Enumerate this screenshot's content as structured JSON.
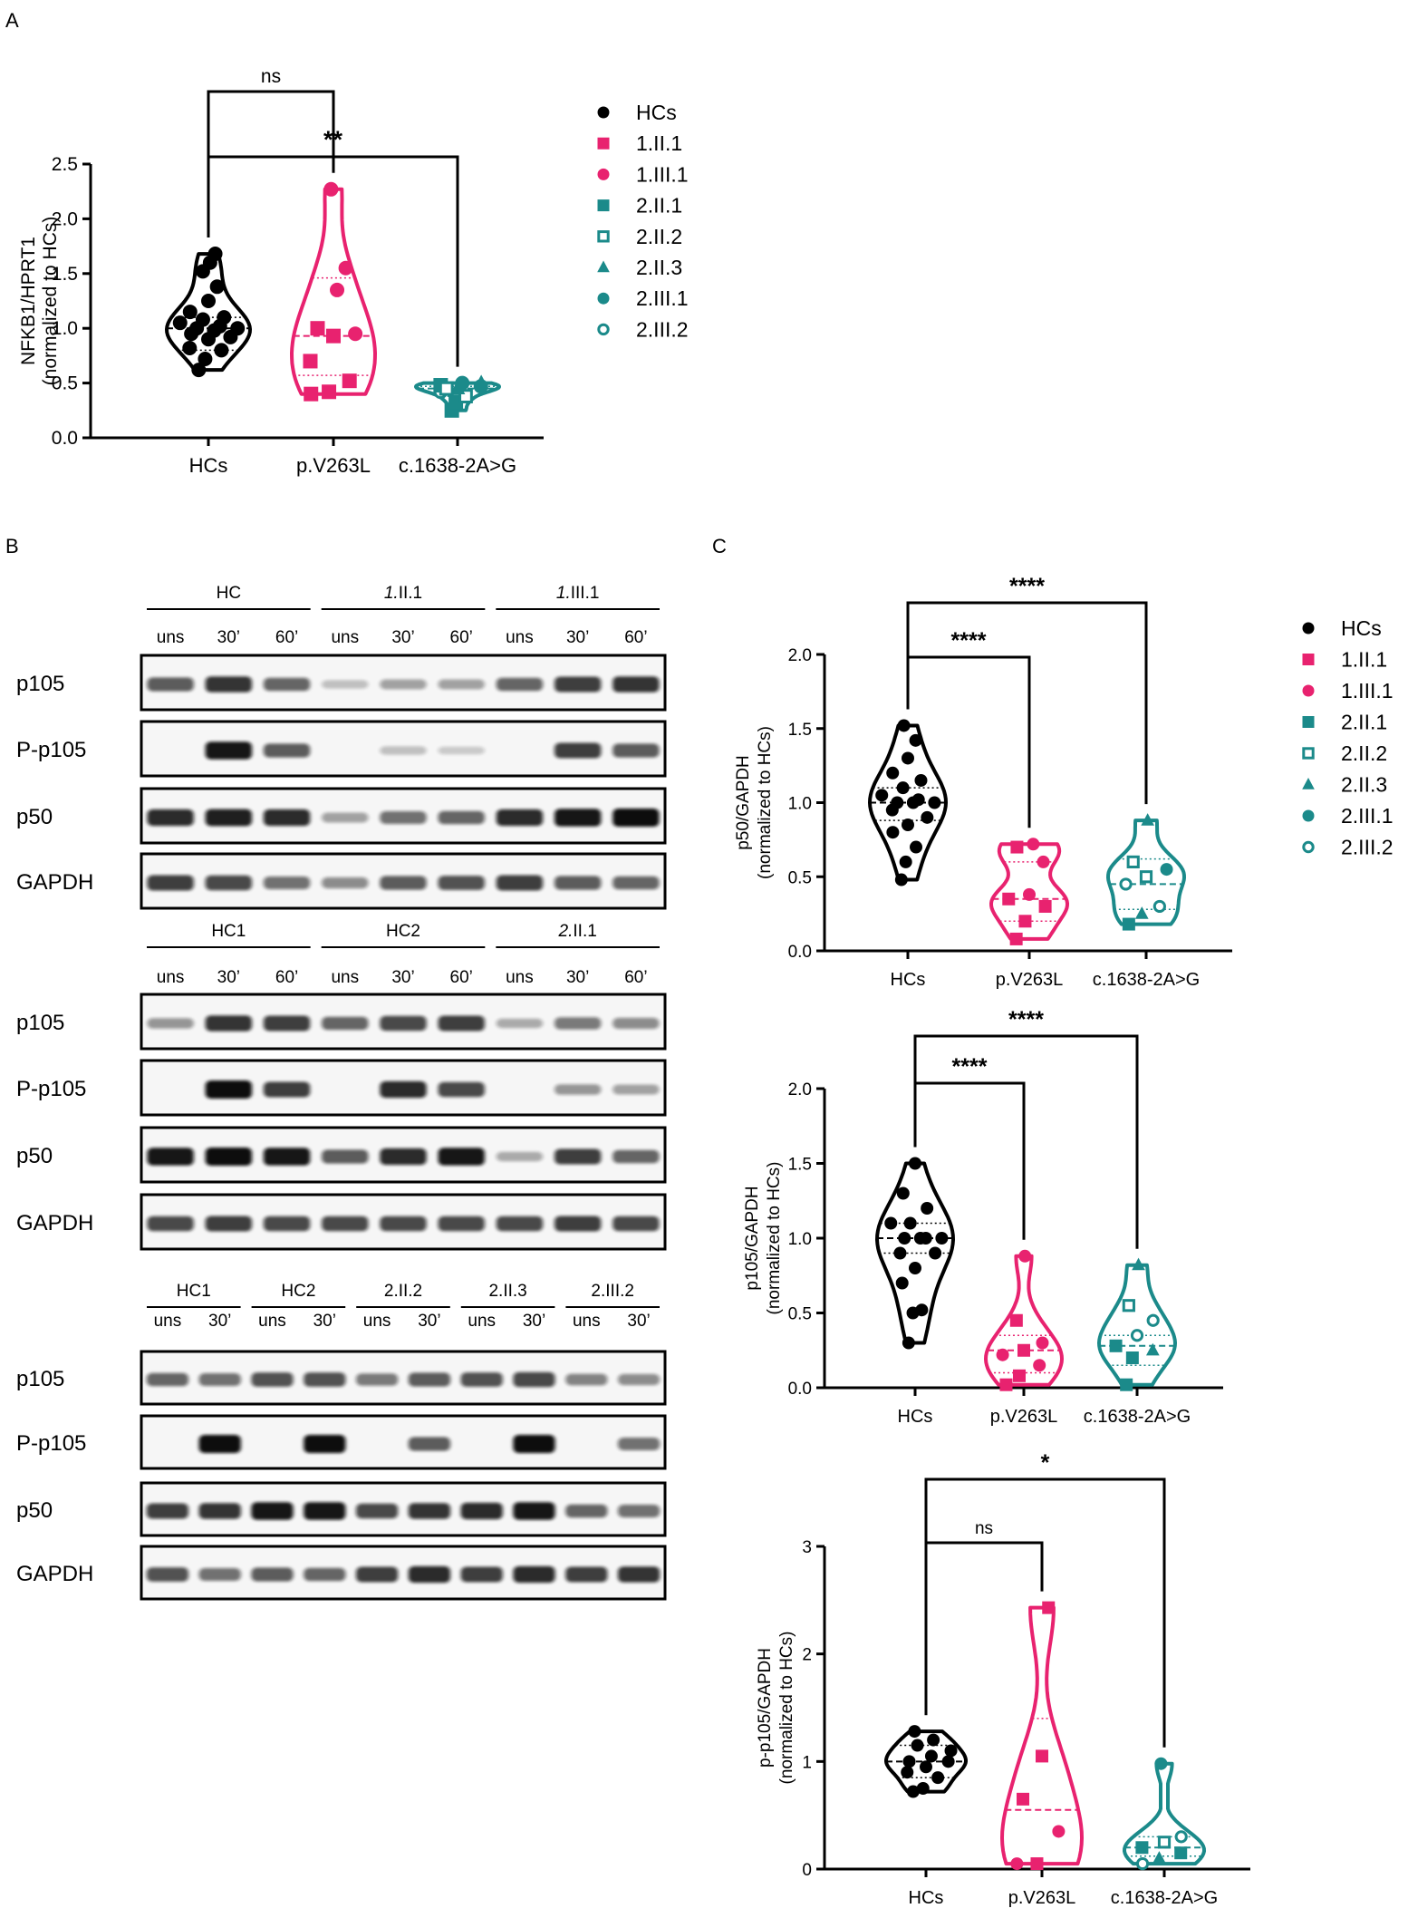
{
  "panels": {
    "a": "A",
    "b": "B",
    "c": "C"
  },
  "colors": {
    "hc": "#000000",
    "v263l": "#e8226f",
    "splice": "#1b8a8a"
  },
  "legend": [
    {
      "label": "HCs",
      "shape": "circle",
      "group": "hc"
    },
    {
      "label": "1.II.1",
      "shape": "square",
      "group": "v263l"
    },
    {
      "label": "1.III.1",
      "shape": "circle",
      "group": "v263l"
    },
    {
      "label": "2.II.1",
      "shape": "square",
      "group": "splice"
    },
    {
      "label": "2.II.2",
      "shape": "square-open",
      "group": "splice"
    },
    {
      "label": "2.II.3",
      "shape": "triangle",
      "group": "splice"
    },
    {
      "label": "2.III.1",
      "shape": "circle",
      "group": "splice"
    },
    {
      "label": "2.III.2",
      "shape": "circle-open",
      "group": "splice"
    }
  ],
  "chart_data": [
    {
      "id": "A",
      "type": "scatter",
      "subtype": "violin",
      "ylabel": "NFKB1/HPRT1",
      "ylabel2": "(normalized to HCs)",
      "categories": [
        "HCs",
        "p.V263L",
        "c.1638-2A>G"
      ],
      "ylim": [
        0,
        2.5
      ],
      "yticks": [
        0.0,
        0.5,
        1.0,
        1.5,
        2.0,
        2.5
      ],
      "tick_decimals": 1,
      "series": [
        {
          "group": "hc",
          "median": 1.0,
          "q1": 0.8,
          "q3": 1.1,
          "points": [
            [
              0.62,
              "circle"
            ],
            [
              0.72,
              "circle"
            ],
            [
              0.8,
              "circle"
            ],
            [
              0.82,
              "circle"
            ],
            [
              0.9,
              "circle"
            ],
            [
              0.92,
              "circle"
            ],
            [
              0.95,
              "circle"
            ],
            [
              0.98,
              "circle"
            ],
            [
              1.0,
              "circle"
            ],
            [
              1.0,
              "circle"
            ],
            [
              1.02,
              "circle"
            ],
            [
              1.05,
              "circle"
            ],
            [
              1.08,
              "circle"
            ],
            [
              1.1,
              "circle"
            ],
            [
              1.15,
              "circle"
            ],
            [
              1.25,
              "circle"
            ],
            [
              1.38,
              "circle"
            ],
            [
              1.52,
              "circle"
            ],
            [
              1.6,
              "circle"
            ],
            [
              1.68,
              "circle"
            ]
          ]
        },
        {
          "group": "v263l",
          "median": 0.93,
          "q1": 0.57,
          "q3": 1.46,
          "points": [
            [
              0.4,
              "square"
            ],
            [
              0.42,
              "square"
            ],
            [
              0.52,
              "square"
            ],
            [
              0.7,
              "square"
            ],
            [
              0.93,
              "square"
            ],
            [
              0.95,
              "circle"
            ],
            [
              1.0,
              "square"
            ],
            [
              1.35,
              "circle"
            ],
            [
              1.55,
              "circle"
            ],
            [
              2.27,
              "circle"
            ]
          ]
        },
        {
          "group": "splice",
          "median": 0.45,
          "q1": 0.38,
          "q3": 0.47,
          "points": [
            [
              0.25,
              "square"
            ],
            [
              0.33,
              "square"
            ],
            [
              0.38,
              "square-open"
            ],
            [
              0.42,
              "circle-open"
            ],
            [
              0.45,
              "triangle"
            ],
            [
              0.47,
              "circle"
            ],
            [
              0.48,
              "square"
            ],
            [
              0.5,
              "circle"
            ],
            [
              0.5,
              "triangle"
            ],
            [
              0.45,
              "square-open"
            ]
          ]
        }
      ],
      "comparisons": [
        {
          "from": 0,
          "to": 1,
          "label": "ns"
        },
        {
          "from": 0,
          "to": 2,
          "label": "**"
        }
      ]
    },
    {
      "id": "C1",
      "type": "scatter",
      "subtype": "violin",
      "ylabel": "p50/GAPDH",
      "ylabel2": "(normalized to HCs)",
      "categories": [
        "HCs",
        "p.V263L",
        "c.1638-2A>G"
      ],
      "ylim": [
        0,
        2.0
      ],
      "yticks": [
        0.0,
        0.5,
        1.0,
        1.5,
        2.0
      ],
      "tick_decimals": 1,
      "series": [
        {
          "group": "hc",
          "median": 1.0,
          "q1": 0.88,
          "q3": 1.1,
          "points": [
            [
              0.48,
              "circle"
            ],
            [
              0.6,
              "circle"
            ],
            [
              0.7,
              "circle"
            ],
            [
              0.8,
              "circle"
            ],
            [
              0.85,
              "circle"
            ],
            [
              0.9,
              "circle"
            ],
            [
              0.95,
              "circle"
            ],
            [
              1.0,
              "circle"
            ],
            [
              1.0,
              "circle"
            ],
            [
              1.0,
              "circle"
            ],
            [
              1.02,
              "circle"
            ],
            [
              1.05,
              "circle"
            ],
            [
              1.1,
              "circle"
            ],
            [
              1.15,
              "circle"
            ],
            [
              1.2,
              "circle"
            ],
            [
              1.3,
              "circle"
            ],
            [
              1.42,
              "circle"
            ],
            [
              1.52,
              "circle"
            ]
          ]
        },
        {
          "group": "v263l",
          "median": 0.35,
          "q1": 0.2,
          "q3": 0.6,
          "points": [
            [
              0.08,
              "square"
            ],
            [
              0.2,
              "square"
            ],
            [
              0.3,
              "square"
            ],
            [
              0.35,
              "square"
            ],
            [
              0.38,
              "circle"
            ],
            [
              0.6,
              "circle"
            ],
            [
              0.7,
              "square"
            ],
            [
              0.72,
              "circle"
            ]
          ]
        },
        {
          "group": "splice",
          "median": 0.45,
          "q1": 0.28,
          "q3": 0.62,
          "points": [
            [
              0.18,
              "square"
            ],
            [
              0.25,
              "triangle"
            ],
            [
              0.3,
              "circle-open"
            ],
            [
              0.45,
              "circle-open"
            ],
            [
              0.5,
              "square-open"
            ],
            [
              0.55,
              "circle"
            ],
            [
              0.6,
              "square-open"
            ],
            [
              0.88,
              "triangle"
            ]
          ]
        }
      ],
      "comparisons": [
        {
          "from": 0,
          "to": 1,
          "label": "****"
        },
        {
          "from": 0,
          "to": 2,
          "label": "****"
        }
      ]
    },
    {
      "id": "C2",
      "type": "scatter",
      "subtype": "violin",
      "ylabel": "p105/GAPDH",
      "ylabel2": "(normalized to HCs)",
      "categories": [
        "HCs",
        "p.V263L",
        "c.1638-2A>G"
      ],
      "ylim": [
        0,
        2.0
      ],
      "yticks": [
        0.0,
        0.5,
        1.0,
        1.5,
        2.0
      ],
      "tick_decimals": 1,
      "series": [
        {
          "group": "hc",
          "median": 1.0,
          "q1": 0.9,
          "q3": 1.1,
          "points": [
            [
              0.3,
              "circle"
            ],
            [
              0.5,
              "circle"
            ],
            [
              0.52,
              "circle"
            ],
            [
              0.7,
              "circle"
            ],
            [
              0.8,
              "circle"
            ],
            [
              0.9,
              "circle"
            ],
            [
              0.9,
              "circle"
            ],
            [
              1.0,
              "circle"
            ],
            [
              1.0,
              "circle"
            ],
            [
              1.0,
              "circle"
            ],
            [
              1.0,
              "circle"
            ],
            [
              1.1,
              "circle"
            ],
            [
              1.1,
              "circle"
            ],
            [
              1.2,
              "circle"
            ],
            [
              1.3,
              "circle"
            ],
            [
              1.5,
              "circle"
            ]
          ]
        },
        {
          "group": "v263l",
          "median": 0.25,
          "q1": 0.1,
          "q3": 0.35,
          "points": [
            [
              0.02,
              "square"
            ],
            [
              0.08,
              "square"
            ],
            [
              0.15,
              "circle"
            ],
            [
              0.22,
              "circle"
            ],
            [
              0.25,
              "square"
            ],
            [
              0.3,
              "circle"
            ],
            [
              0.45,
              "square"
            ],
            [
              0.88,
              "circle"
            ]
          ]
        },
        {
          "group": "splice",
          "median": 0.28,
          "q1": 0.15,
          "q3": 0.35,
          "points": [
            [
              0.02,
              "square"
            ],
            [
              0.2,
              "square"
            ],
            [
              0.25,
              "triangle"
            ],
            [
              0.28,
              "square"
            ],
            [
              0.35,
              "circle-open"
            ],
            [
              0.45,
              "circle-open"
            ],
            [
              0.55,
              "square-open"
            ],
            [
              0.82,
              "triangle"
            ]
          ]
        }
      ],
      "comparisons": [
        {
          "from": 0,
          "to": 1,
          "label": "****"
        },
        {
          "from": 0,
          "to": 2,
          "label": "****"
        }
      ]
    },
    {
      "id": "C3",
      "type": "scatter",
      "subtype": "violin",
      "ylabel": "p-p105/GAPDH",
      "ylabel2": "(normalized to HCs)",
      "categories": [
        "HCs",
        "p.V263L",
        "c.1638-2A>G"
      ],
      "ylim": [
        0,
        3
      ],
      "yticks": [
        0,
        1,
        2,
        3
      ],
      "tick_decimals": 0,
      "series": [
        {
          "group": "hc",
          "median": 1.0,
          "q1": 0.85,
          "q3": 1.15,
          "points": [
            [
              0.72,
              "circle"
            ],
            [
              0.75,
              "circle"
            ],
            [
              0.85,
              "circle"
            ],
            [
              0.9,
              "circle"
            ],
            [
              0.95,
              "circle"
            ],
            [
              1.0,
              "circle"
            ],
            [
              1.0,
              "circle"
            ],
            [
              1.05,
              "circle"
            ],
            [
              1.1,
              "circle"
            ],
            [
              1.15,
              "circle"
            ],
            [
              1.2,
              "circle"
            ],
            [
              1.28,
              "circle"
            ]
          ]
        },
        {
          "group": "v263l",
          "median": 0.55,
          "q1": 0.05,
          "q3": 1.4,
          "points": [
            [
              0.05,
              "circle"
            ],
            [
              0.05,
              "square"
            ],
            [
              0.35,
              "circle"
            ],
            [
              0.65,
              "square"
            ],
            [
              1.05,
              "square"
            ],
            [
              2.43,
              "square"
            ]
          ]
        },
        {
          "group": "splice",
          "median": 0.2,
          "q1": 0.12,
          "q3": 0.3,
          "points": [
            [
              0.05,
              "circle-open"
            ],
            [
              0.1,
              "triangle"
            ],
            [
              0.15,
              "square"
            ],
            [
              0.2,
              "square"
            ],
            [
              0.25,
              "square-open"
            ],
            [
              0.3,
              "circle-open"
            ],
            [
              0.98,
              "circle"
            ]
          ]
        }
      ],
      "comparisons": [
        {
          "from": 0,
          "to": 1,
          "label": "ns"
        },
        {
          "from": 0,
          "to": 2,
          "label": "*"
        }
      ]
    }
  ],
  "blots": [
    {
      "groups": [
        {
          "label": "HC",
          "style": "normal",
          "lanes": [
            "uns",
            "30’",
            "60’"
          ]
        },
        {
          "label": "1.II.1",
          "style": "italic-prefix",
          "lanes": [
            "uns",
            "30’",
            "60’"
          ]
        },
        {
          "label": "1.III.1",
          "style": "italic-prefix",
          "lanes": [
            "uns",
            "30’",
            "60’"
          ]
        }
      ],
      "rows": [
        {
          "label": "p105",
          "bands": [
            0.6,
            0.8,
            0.55,
            0.1,
            0.25,
            0.25,
            0.55,
            0.75,
            0.8
          ]
        },
        {
          "label": "P-p105",
          "bands": [
            0,
            0.95,
            0.6,
            0,
            0.1,
            0.05,
            0,
            0.75,
            0.6
          ]
        },
        {
          "label": "p50",
          "bands": [
            0.85,
            0.9,
            0.85,
            0.25,
            0.5,
            0.55,
            0.85,
            0.95,
            1.0
          ]
        },
        {
          "label": "GAPDH",
          "bands": [
            0.75,
            0.7,
            0.5,
            0.35,
            0.6,
            0.65,
            0.75,
            0.6,
            0.55
          ]
        }
      ]
    },
    {
      "groups": [
        {
          "label": "HC1",
          "style": "normal",
          "lanes": [
            "uns",
            "30’",
            "60’"
          ]
        },
        {
          "label": "HC2",
          "style": "normal",
          "lanes": [
            "uns",
            "30’",
            "60’"
          ]
        },
        {
          "label": "2.II.1",
          "style": "italic-prefix",
          "lanes": [
            "uns",
            "30’",
            "60’"
          ]
        }
      ],
      "rows": [
        {
          "label": "p105",
          "bands": [
            0.3,
            0.8,
            0.75,
            0.55,
            0.7,
            0.75,
            0.2,
            0.45,
            0.35
          ]
        },
        {
          "label": "P-p105",
          "bands": [
            0,
            1.0,
            0.75,
            0,
            0.85,
            0.7,
            0,
            0.3,
            0.25
          ]
        },
        {
          "label": "p50",
          "bands": [
            0.95,
            1.0,
            0.95,
            0.6,
            0.85,
            0.95,
            0.2,
            0.75,
            0.55
          ]
        },
        {
          "label": "GAPDH",
          "bands": [
            0.7,
            0.75,
            0.7,
            0.7,
            0.7,
            0.7,
            0.7,
            0.75,
            0.7
          ]
        }
      ]
    },
    {
      "groups": [
        {
          "label": "HC1",
          "style": "normal",
          "lanes": [
            "uns",
            "30’"
          ]
        },
        {
          "label": "HC2",
          "style": "normal",
          "lanes": [
            "uns",
            "30’"
          ]
        },
        {
          "label": "2.II.2",
          "style": "normal",
          "lanes": [
            "uns",
            "30’"
          ]
        },
        {
          "label": "2.II.3",
          "style": "normal",
          "lanes": [
            "uns",
            "30’"
          ]
        },
        {
          "label": "2.III.2",
          "style": "normal",
          "lanes": [
            "uns",
            "30’"
          ]
        }
      ],
      "rows": [
        {
          "label": "p105",
          "bands": [
            0.55,
            0.5,
            0.65,
            0.65,
            0.45,
            0.6,
            0.65,
            0.7,
            0.4,
            0.35
          ]
        },
        {
          "label": "P-p105",
          "bands": [
            0,
            1.0,
            0,
            1.0,
            0,
            0.6,
            0,
            1.0,
            0,
            0.5
          ]
        },
        {
          "label": "p50",
          "bands": [
            0.75,
            0.8,
            0.95,
            0.95,
            0.7,
            0.8,
            0.85,
            0.95,
            0.55,
            0.5
          ]
        },
        {
          "label": "GAPDH",
          "bands": [
            0.65,
            0.5,
            0.6,
            0.55,
            0.75,
            0.85,
            0.75,
            0.85,
            0.75,
            0.8
          ]
        }
      ]
    }
  ]
}
